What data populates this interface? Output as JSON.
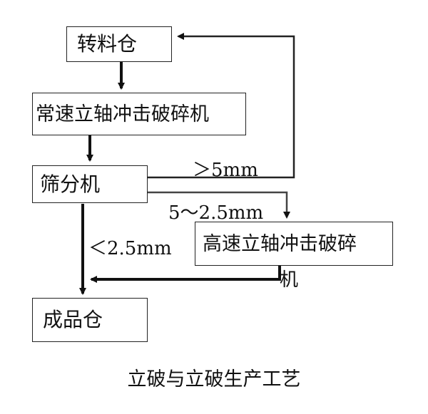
{
  "nodes": {
    "transfer_bin": "转料仓",
    "normal_vsi": "常速立轴冲击破碎机",
    "screen": "筛分机",
    "high_vsi": "高速立轴冲击破碎",
    "high_vsi_overflow": "机",
    "product_bin": "成品仓"
  },
  "edges": {
    "gt5": "＞5mm",
    "mid": "5～2.5mm",
    "lt25": "＜2.5mm"
  },
  "caption": "立破与立破生产工艺"
}
